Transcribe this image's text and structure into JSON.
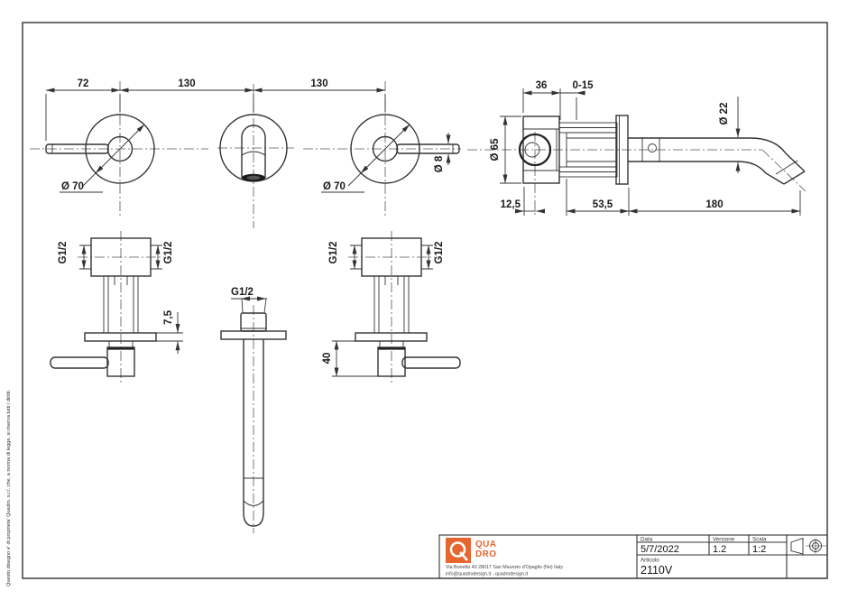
{
  "colors": {
    "accent": "#E7652E",
    "line": "#333333"
  },
  "copyright": "Questo disegno e' di proprieta' Quadro. s.r.l. che, a norma di legge, si riserva tutti i diritti.",
  "labels": {
    "g12": "G1/2",
    "dia70": "Ø 70",
    "dia8": "Ø 8",
    "dia65": "Ø 65",
    "dia22": "Ø 22",
    "dim72": "72",
    "dim130": "130",
    "dim36": "36",
    "dim0_15": "0-15",
    "dim12_5": "12,5",
    "dim53_5": "53,5",
    "dim180": "180",
    "dim7_5": "7,5",
    "dim40": "40"
  },
  "title_block": {
    "logo_q": "Q",
    "logo_line1": "QUA",
    "logo_line2": "DRO",
    "address_line1": "Via Bonetto 40  28017 San Maurizio d'Opaglio (No) Italy",
    "address_line2": "info@quadrodesign.it  -  quadrodesign.it",
    "data_label": "Data",
    "data_value": "5/7/2022",
    "versione_label": "Versione",
    "versione_value": "1.2",
    "scala_label": "Scala",
    "scala_value": "1:2",
    "articolo_label": "Articolo",
    "articolo_value": "2110V"
  }
}
